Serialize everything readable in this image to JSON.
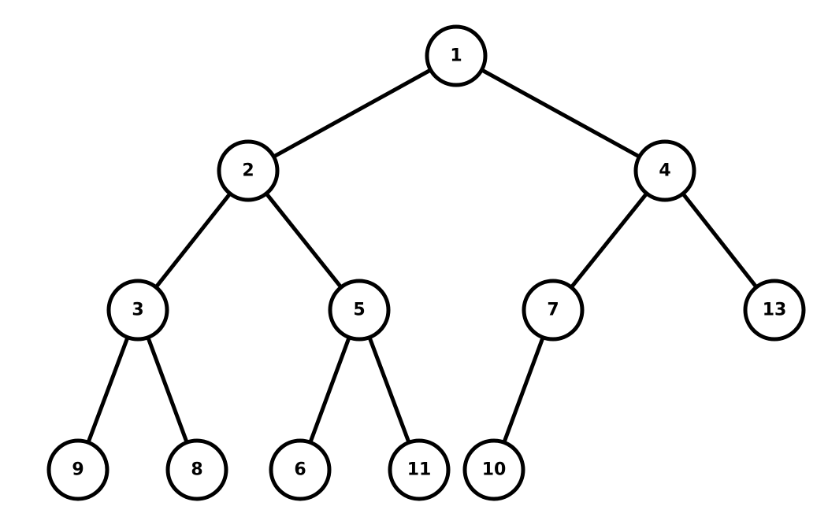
{
  "tree": {
    "nodes": [
      {
        "id": "n1",
        "label": "1"
      },
      {
        "id": "n2",
        "label": "2"
      },
      {
        "id": "n4",
        "label": "4"
      },
      {
        "id": "n3",
        "label": "3"
      },
      {
        "id": "n5",
        "label": "5"
      },
      {
        "id": "n7",
        "label": "7"
      },
      {
        "id": "n13",
        "label": "13"
      },
      {
        "id": "n9",
        "label": "9"
      },
      {
        "id": "n8",
        "label": "8"
      },
      {
        "id": "n6",
        "label": "6"
      },
      {
        "id": "n11",
        "label": "11"
      },
      {
        "id": "n10",
        "label": "10"
      }
    ],
    "edges": [
      {
        "from": "n1",
        "to": "n2"
      },
      {
        "from": "n1",
        "to": "n4"
      },
      {
        "from": "n2",
        "to": "n3"
      },
      {
        "from": "n2",
        "to": "n5"
      },
      {
        "from": "n4",
        "to": "n7"
      },
      {
        "from": "n4",
        "to": "n13"
      },
      {
        "from": "n3",
        "to": "n9"
      },
      {
        "from": "n3",
        "to": "n8"
      },
      {
        "from": "n5",
        "to": "n6"
      },
      {
        "from": "n5",
        "to": "n11"
      },
      {
        "from": "n7",
        "to": "n10"
      }
    ]
  }
}
